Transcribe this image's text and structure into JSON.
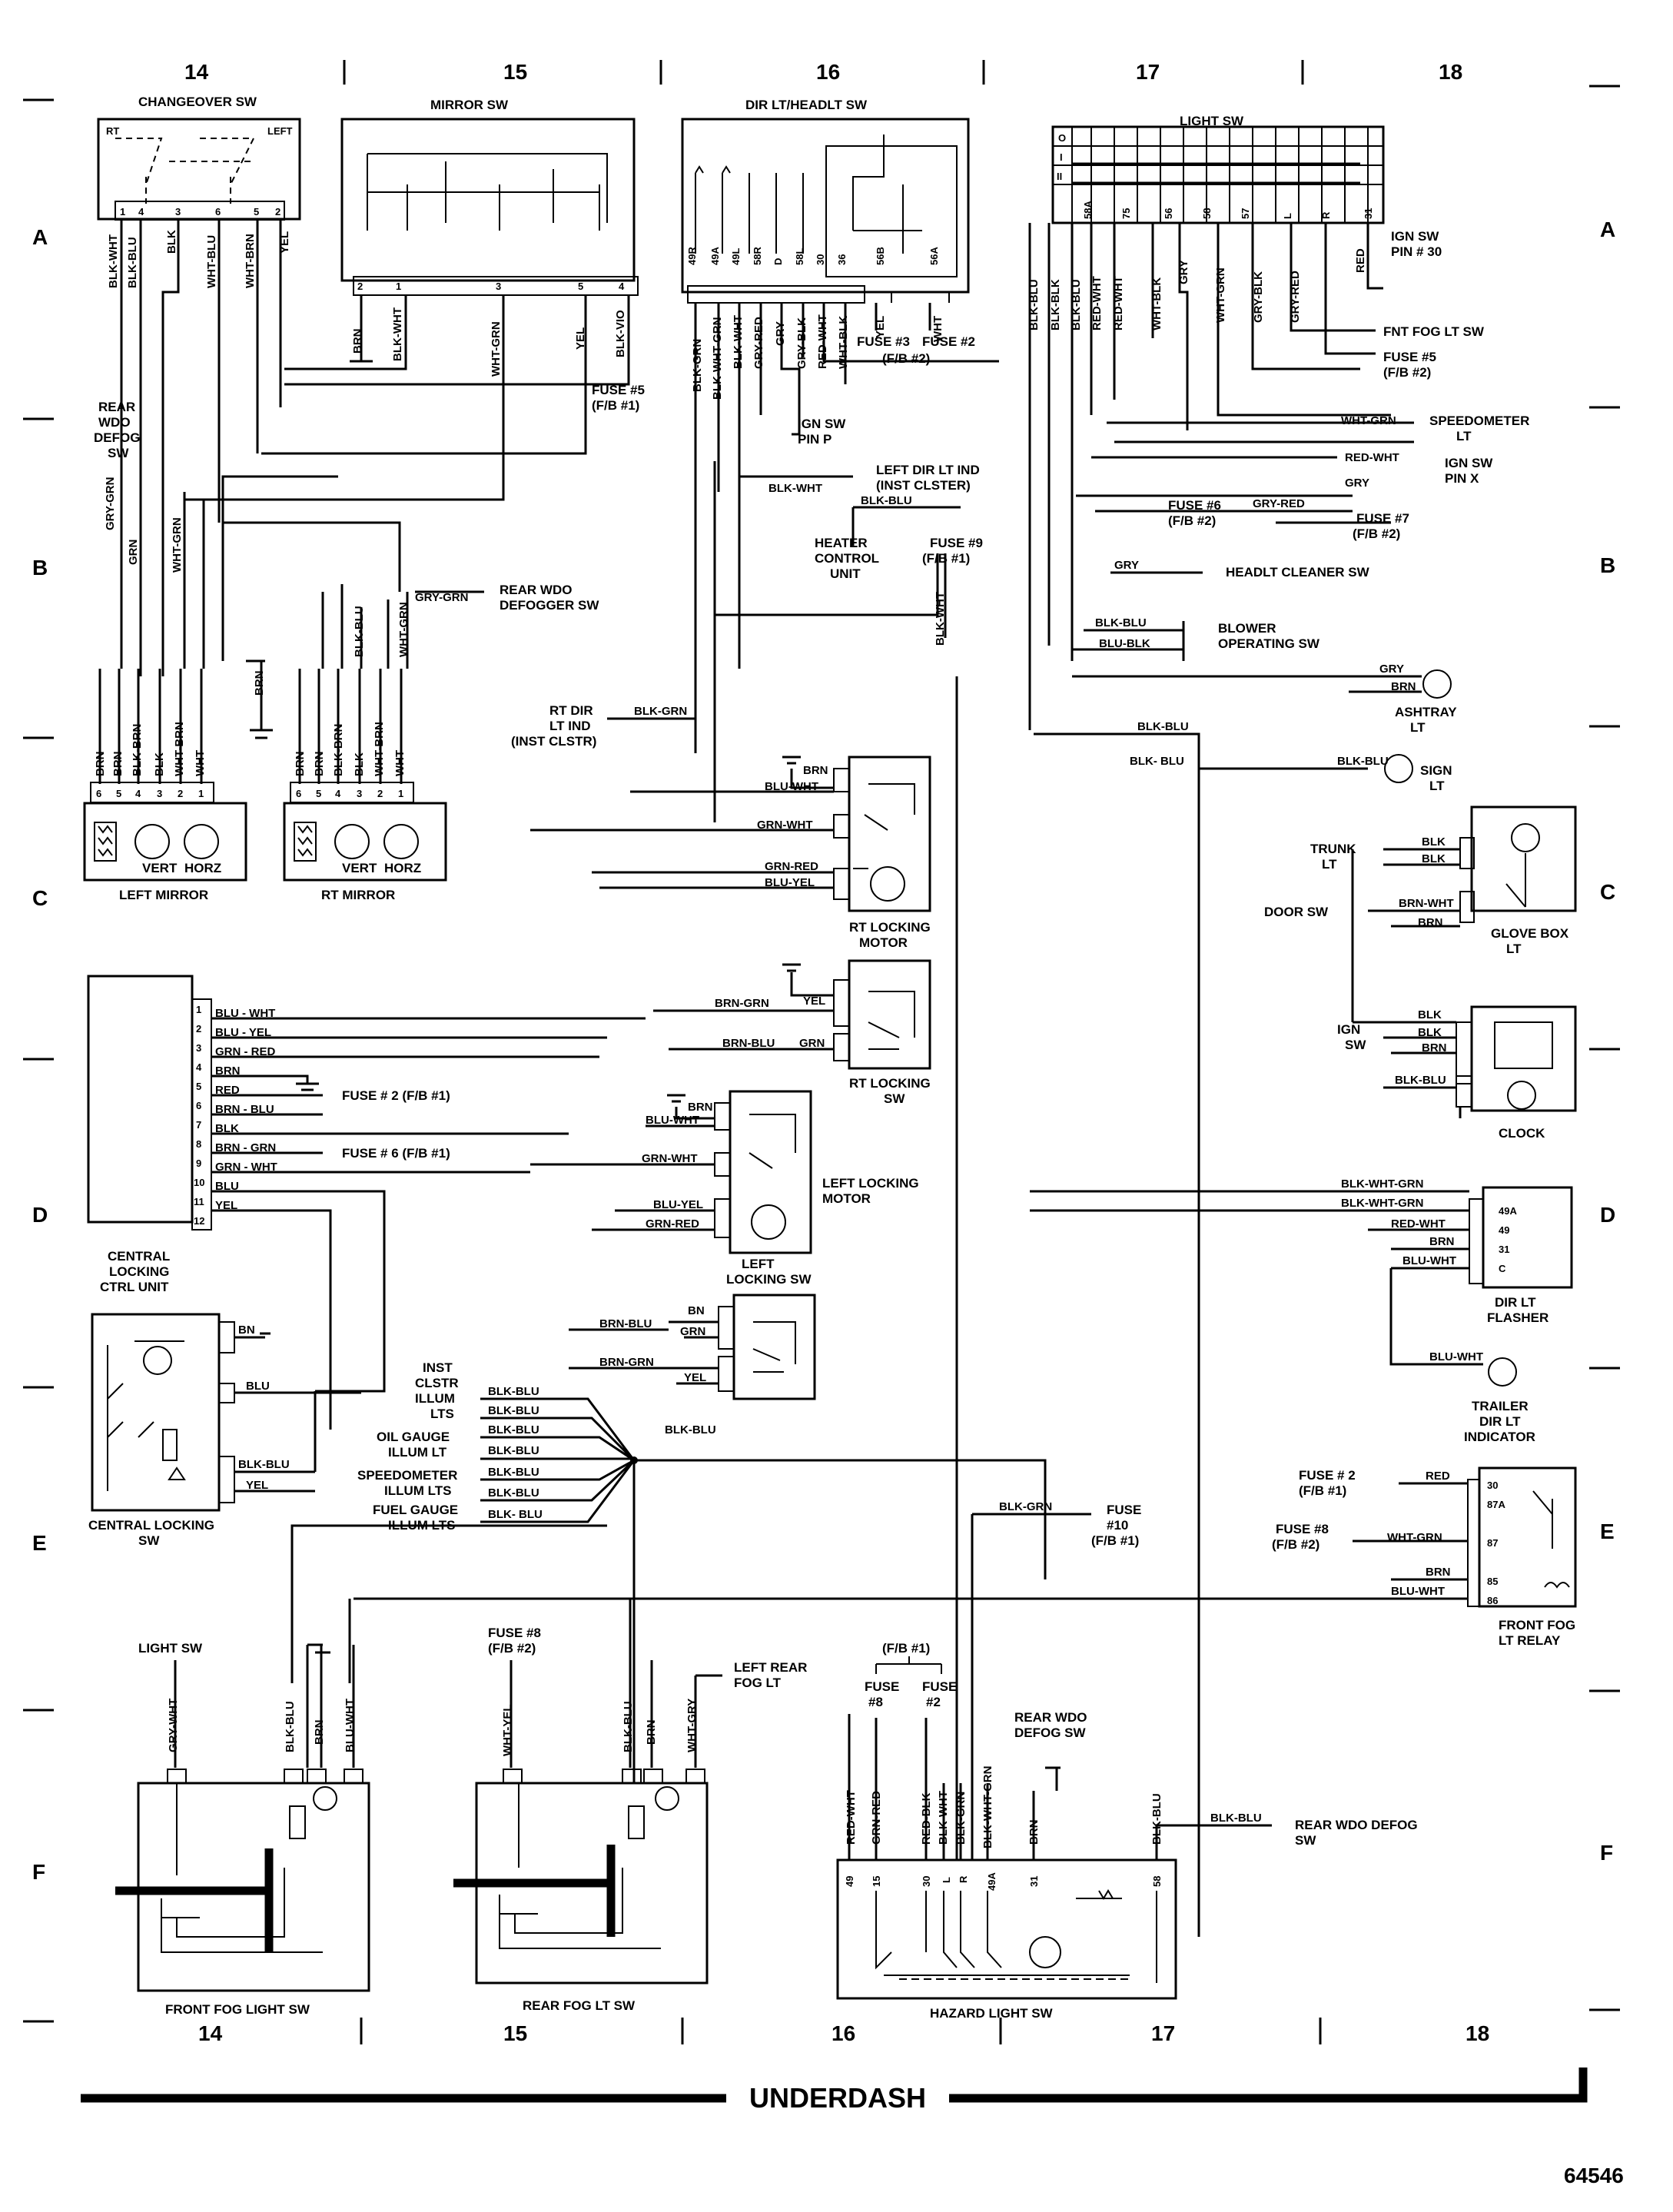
{
  "page": {
    "columns_top": [
      "14",
      "15",
      "16",
      "17",
      "18"
    ],
    "columns_bottom": [
      "14",
      "15",
      "16",
      "17",
      "18"
    ],
    "rows_left": [
      "A",
      "B",
      "C",
      "D",
      "E",
      "F"
    ],
    "rows_right": [
      "A",
      "B",
      "C",
      "D",
      "E",
      "F"
    ],
    "section_title": "UNDERDASH",
    "figure_id": "64546"
  },
  "components": {
    "changeover_sw": "CHANGEOVER SW",
    "changeover_rt": "RT",
    "changeover_left": "LEFT",
    "mirror_sw": "MIRROR SW",
    "dir_headlt_sw": "DIR LT/HEADLT SW",
    "light_sw": "LIGHT SW",
    "light_sw_rows": [
      "O",
      "I",
      "II"
    ],
    "left_mirror": "LEFT MIRROR",
    "rt_mirror": "RT MIRROR",
    "vert": "VERT",
    "horz": "HORZ",
    "rt_locking_motor": [
      "RT LOCKING",
      "MOTOR"
    ],
    "rt_locking_sw": [
      "RT LOCKING",
      "SW"
    ],
    "left_locking_motor": [
      "LEFT LOCKING",
      "MOTOR"
    ],
    "left_locking_sw": [
      "LEFT",
      "LOCKING SW"
    ],
    "central_locking_ctrl": [
      "CENTRAL",
      "LOCKING",
      "CTRL UNIT"
    ],
    "central_locking_sw": [
      "CENTRAL LOCKING",
      "SW"
    ],
    "glove_box_lt": [
      "GLOVE BOX",
      "LT"
    ],
    "clock": "CLOCK",
    "dir_lt_flasher": [
      "DIR LT",
      "FLASHER"
    ],
    "trailer_indicator": [
      "TRAILER",
      "DIR LT",
      "INDICATOR"
    ],
    "front_fog_relay": [
      "FRONT FOG",
      "LT RELAY"
    ],
    "front_fog_sw": "FRONT  FOG  LIGHT  SW",
    "rear_fog_sw": "REAR FOG LT SW",
    "hazard_sw": "HAZARD  LIGHT  SW",
    "ashtray_lt": [
      "ASHTRAY",
      "LT"
    ],
    "sign_lt": [
      "SIGN",
      "LT"
    ],
    "heater_ctrl": [
      "HEATER",
      "CONTROL",
      "UNIT"
    ]
  },
  "pins": {
    "changeover": [
      "1",
      "4",
      "3",
      "6",
      "5",
      "2"
    ],
    "mirror_sw": [
      "2",
      "1",
      "3",
      "5",
      "4"
    ],
    "dir_headlt": [
      "49R",
      "49A",
      "49L",
      "58R",
      "D",
      "58L",
      "30",
      "36",
      "56B",
      "56A"
    ],
    "light_sw": [
      "58A",
      "75",
      "56",
      "58",
      "57",
      "L",
      "R",
      "31"
    ],
    "mirror_conn": [
      "6",
      "5",
      "4",
      "3",
      "2",
      "1"
    ],
    "central_ctrl": [
      "1",
      "2",
      "3",
      "4",
      "5",
      "6",
      "7",
      "8",
      "9",
      "10",
      "11",
      "12"
    ],
    "flasher": [
      "49A",
      "49",
      "31",
      "C"
    ],
    "relay": [
      "30",
      "87A",
      "87",
      "85",
      "86"
    ],
    "hazard": [
      "49",
      "15",
      "30",
      "L",
      "R",
      "49A",
      "31",
      "58"
    ]
  },
  "wires": {
    "changeover": [
      "BLK-WHT",
      "BLK-BLU",
      "BLK",
      "WHT-BLU",
      "WHT-BRN",
      "YEL"
    ],
    "mirror_sw": [
      "BRN",
      "BLK-WHT",
      "WHT-GRN",
      "YEL",
      "BLK-VIO"
    ],
    "dir_headlt": [
      "BLK-GRN",
      "BLK-WHT-GRN",
      "BLK-WHT",
      "GRY-RED",
      "GRY",
      "GRY-BLK",
      "RED-WHT",
      "WHT-BLK",
      "YEL",
      "WHT"
    ],
    "light_sw": [
      "BLK-BLU",
      "BLK-BLK",
      "BLK-BLU",
      "RED-WHT",
      "RED-WHT",
      "WHT-BLK",
      "GRY",
      "WHT-GRN",
      "GRY-BLK",
      "GRY-RED",
      "RED"
    ],
    "left_mirror": [
      "BRN",
      "BRN",
      "BLK-BRN",
      "BLK",
      "WHT-BRN",
      "WHT"
    ],
    "rt_mirror": [
      "BRN",
      "BRN",
      "BLK-BRN",
      "BLK",
      "WHT-BRN",
      "WHT"
    ],
    "mirror_mid": [
      "GRY-GRN",
      "GRN",
      "WHT-GRN",
      "BRN",
      "BLK-BLU",
      "WHT-GRN"
    ],
    "central_ctrl": [
      "BLU - WHT",
      "BLU - YEL",
      "GRN - RED",
      "BRN",
      "RED",
      "BRN - BLU",
      "BLK",
      "BRN - GRN",
      "GRN - WHT",
      "BLU",
      "YEL"
    ],
    "rt_lock_motor": [
      "BRN",
      "BLU-WHT",
      "GRN-WHT",
      "GRN-RED",
      "BLU-YEL"
    ],
    "rt_lock_sw": [
      "BRN-GRN",
      "YEL",
      "BRN-BLU",
      "GRN"
    ],
    "left_lock_motor": [
      "BRN",
      "BLU-WHT",
      "GRN-WHT",
      "BLU-YEL",
      "GRN-RED"
    ],
    "left_lock_sw": [
      "BRN-BLU",
      "BN",
      "GRN",
      "BRN-GRN",
      "YEL"
    ],
    "central_lock_sw": [
      "BN",
      "BLU",
      "BLK-BLU",
      "YEL"
    ],
    "illum": [
      "BLK-BLU",
      "BLK-BLU",
      "BLK-BLU",
      "BLK-BLU",
      "BLK-BLU",
      "BLK-BLU",
      "BLK- BLU"
    ],
    "glove": [
      "BLK",
      "BLK",
      "BRN-WHT",
      "BRN"
    ],
    "ign_sw": [
      "BLK",
      "BLK",
      "BRN"
    ],
    "clock": "BLK-BLU",
    "flasher": [
      "BLK-WHT-GRN",
      "BLK-WHT-GRN",
      "RED-WHT",
      "BRN",
      "BLU-WHT"
    ],
    "trailer": "BLU-WHT",
    "relay": [
      "RED",
      "WHT-GRN",
      "BRN",
      "BLU-WHT"
    ],
    "front_fog_sw": [
      "GRY-WHT",
      "BLK-BLU",
      "BRN",
      "BLU-WHT"
    ],
    "rear_fog_sw": [
      "WHT-YEL",
      "BLK-BLU",
      "BRN",
      "WHT-GRY"
    ],
    "hazard": [
      "RED-WHT",
      "GRN-RED",
      "RED-BLK",
      "BLK-WHT",
      "BLK-GRN",
      "BLK-WHT-GRN",
      "BRN",
      "BLK-BLU"
    ],
    "misc": {
      "blk_grn": "BLK-GRN",
      "blk_wht": "BLK-WHT",
      "blk_blu": "BLK-BLU",
      "blk_blu2": "BLK- BLU",
      "gry_grn": "GRY-GRN",
      "brn": "BRN",
      "gry": "GRY",
      "gry_red": "GRY-RED",
      "wht_grn": "WHT-GRN",
      "red_wht": "RED-WHT",
      "blu_blk": "BLU-BLK",
      "blk_wht_v": "BLK-WHT",
      "blk_grn2": "BLK-GRN"
    }
  },
  "references": {
    "fuse5_f": [
      "FUSE #5",
      "(F/B #1)"
    ],
    "rear_wdo_defog_sw": [
      "REAR",
      "WDO",
      "DEFOG",
      "SW"
    ],
    "rear_wdo_defogger_sw": [
      "REAR WDO",
      "DEFOGGER SW"
    ],
    "ign_sw_pin_p": [
      "IGN SW",
      "PIN P"
    ],
    "left_dir_ind": [
      "LEFT DIR LT IND",
      "(INST CLSTER)"
    ],
    "fuse9": [
      "FUSE #9",
      "(F/B #1)"
    ],
    "fuse3": "FUSE #3",
    "fuse2": "FUSE #2",
    "fb2": "(F/B #2)",
    "ign_sw_pin30": [
      "IGN SW",
      "PIN # 30"
    ],
    "fnt_fog_lt_sw": "FNT FOG LT SW",
    "fuse5_2": [
      "FUSE #5",
      "(F/B #2)"
    ],
    "speedometer_lt": [
      "SPEEDOMETER",
      "LT"
    ],
    "ign_sw_pin_x": [
      "IGN  SW",
      "PIN X"
    ],
    "fuse6_2": [
      "FUSE #6",
      "(F/B #2)"
    ],
    "fuse7_2": [
      "FUSE #7",
      "(F/B #2)"
    ],
    "headlt_cleaner_sw": "HEADLT CLEANER SW",
    "blower_sw": [
      "BLOWER",
      "OPERATING SW"
    ],
    "rt_dir_ind": [
      "RT DIR",
      "LT IND",
      "(INST CLSTR)"
    ],
    "trunk_lt": [
      "TRUNK",
      "LT"
    ],
    "door_sw": "DOOR SW",
    "ign_sw": [
      "IGN",
      "SW"
    ],
    "fuse2_1": "FUSE # 2   (F/B #1)",
    "fuse6_1": "FUSE # 6   (F/B #1)",
    "illum_inst": [
      "INST",
      "CLSTR",
      "ILLUM",
      "LTS"
    ],
    "illum_oil": [
      "OIL GAUGE",
      "ILLUM LT"
    ],
    "illum_speedo": [
      "SPEEDOMETER",
      "ILLUM LTS"
    ],
    "illum_fuel": [
      "FUEL GAUGE",
      "ILLUM LTS"
    ],
    "fuse10": [
      "FUSE",
      "#10",
      "(F/B #1)"
    ],
    "fuse2_relay": [
      "FUSE # 2",
      "(F/B #1)"
    ],
    "fuse8_relay": [
      "FUSE #8",
      "(F/B #2)"
    ],
    "light_sw_ref": "LIGHT SW",
    "fuse8_rear": [
      "FUSE #8",
      "(F/B #2)"
    ],
    "left_rear_fog": [
      "LEFT REAR",
      "FOG LT"
    ],
    "fb1_bracket": "(F/B #1)",
    "fuse8_haz": [
      "FUSE",
      "#8"
    ],
    "fuse2_haz": [
      "FUSE",
      "#2"
    ],
    "rear_wdo_defog_sw2": [
      "REAR WDO",
      "DEFOG SW"
    ],
    "rear_wdo_defog_sw3": [
      "REAR WDO DEFOG",
      "SW"
    ]
  }
}
